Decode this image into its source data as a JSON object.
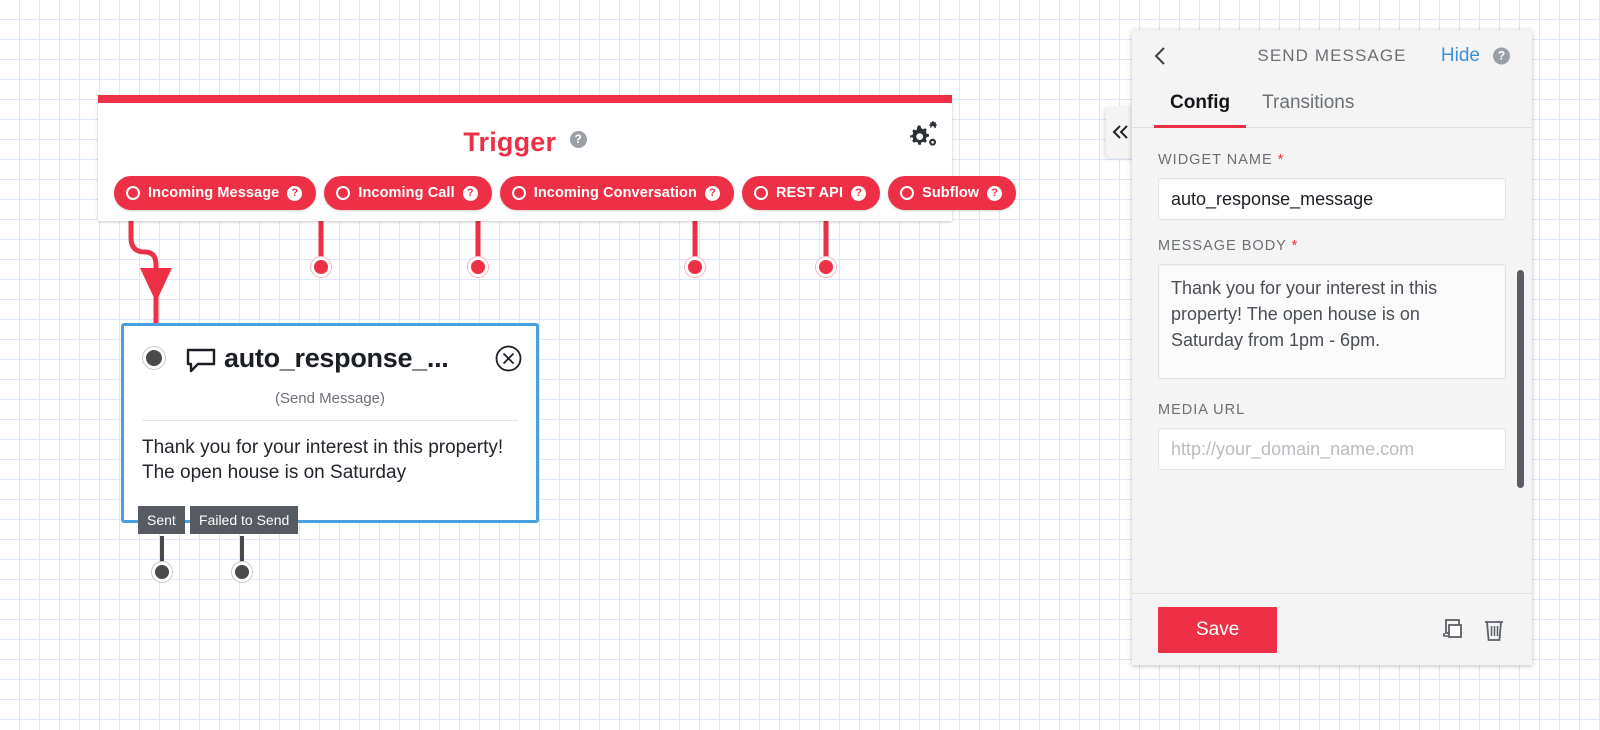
{
  "canvas": {
    "trigger_widget": {
      "title": "Trigger",
      "help_glyph": "?",
      "gear_icon": "gear-icon",
      "pills": [
        {
          "label": "Incoming Message",
          "help": "?",
          "connected": true
        },
        {
          "label": "Incoming Call",
          "help": "?",
          "connected": false
        },
        {
          "label": "Incoming Conversation",
          "help": "?",
          "connected": false
        },
        {
          "label": "REST API",
          "help": "?",
          "connected": false
        },
        {
          "label": "Subflow",
          "help": "?",
          "connected": false
        }
      ]
    },
    "send_message_node": {
      "title": "auto_response_...",
      "subtitle": "(Send Message)",
      "body": "Thank you for your interest in this property! The open house is on Saturday",
      "close_icon": "close-circle-icon",
      "chat_icon": "chat-bubble-icon",
      "transitions": [
        {
          "label": "Sent"
        },
        {
          "label": "Failed to Send"
        }
      ]
    }
  },
  "panel": {
    "title": "SEND MESSAGE",
    "back_icon": "chevron-left-icon",
    "hide_label": "Hide",
    "hide_help": "?",
    "collapse_icon": "double-chevron-left-icon",
    "tabs": [
      {
        "label": "Config",
        "active": true
      },
      {
        "label": "Transitions",
        "active": false
      }
    ],
    "fields": {
      "widget_name": {
        "label": "WIDGET NAME",
        "required": "*",
        "value": "auto_response_message",
        "placeholder": ""
      },
      "message_body": {
        "label": "MESSAGE BODY",
        "required": "*",
        "value": "Thank you for your interest in this property! The open house is on Saturday from 1pm - 6pm.",
        "placeholder": ""
      },
      "media_url": {
        "label": "MEDIA URL",
        "required": "",
        "value": "",
        "placeholder": "http://your_domain_name.com"
      }
    },
    "footer": {
      "save_label": "Save",
      "duplicate_icon": "duplicate-icon",
      "delete_icon": "trash-icon"
    }
  },
  "colors": {
    "brand_red": "#ee3046",
    "selected_blue": "#4a9fe0",
    "link_blue": "#3f8fd2",
    "grid_line": "#dce8f7"
  }
}
